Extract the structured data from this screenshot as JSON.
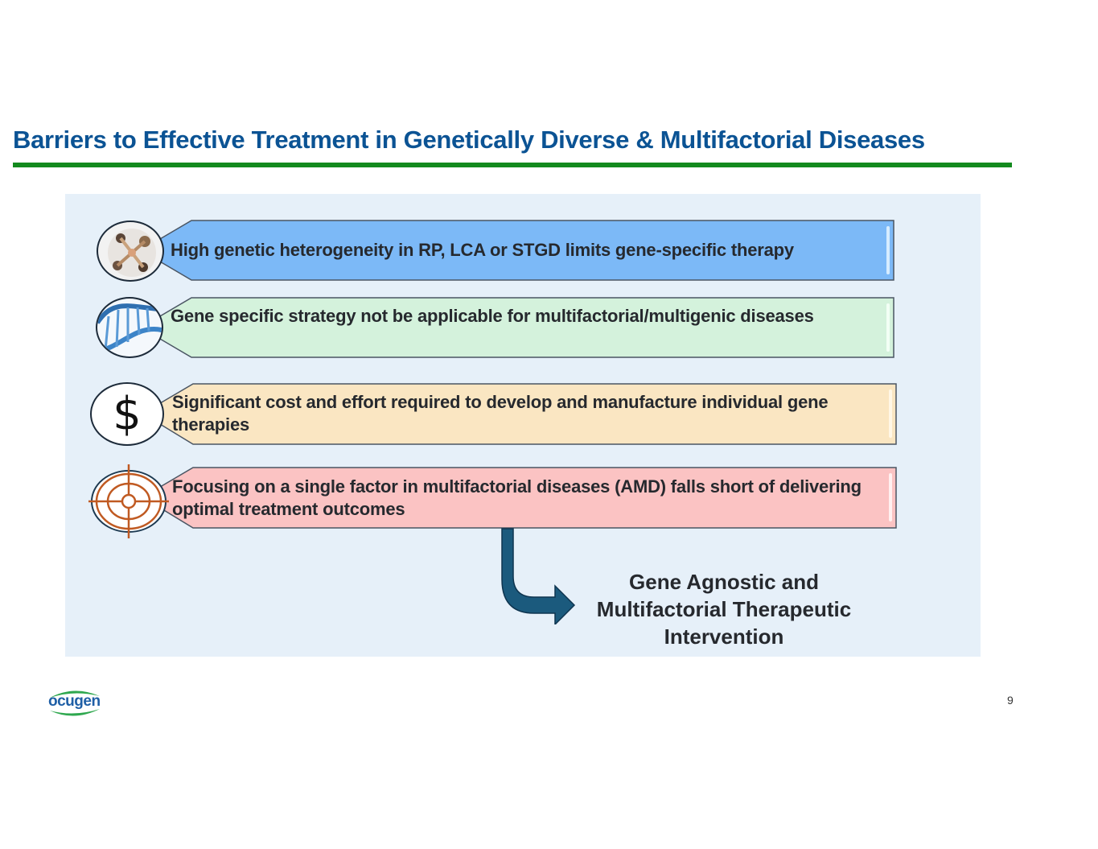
{
  "slide": {
    "title": "Barriers to Effective Treatment in Genetically Diverse & Multifactorial Diseases",
    "page_number": "9",
    "accent_colors": {
      "title": "#0b5394",
      "rule": "#138a1e",
      "panel_background": "#e6f0f9",
      "arrow": "#1b5a7d"
    }
  },
  "barriers": [
    {
      "icon": "people-hands-icon",
      "text": "High genetic heterogeneity in RP, LCA or STGD limits gene-specific therapy",
      "color": "#7cb9f7"
    },
    {
      "icon": "dna-helix-icon",
      "text": "Gene specific strategy not be applicable for multifactorial/multigenic diseases",
      "color": "#d4f2dc"
    },
    {
      "icon": "dollar-icon",
      "icon_glyph": "$",
      "text": "Significant cost and effort required to develop and manufacture individual gene therapies",
      "color": "#fae6c2"
    },
    {
      "icon": "target-icon",
      "text": "Focusing on a single factor in multifactorial diseases (AMD) falls short of delivering optimal treatment outcomes",
      "color": "#fbc3c3"
    }
  ],
  "outcome": {
    "text": "Gene Agnostic and Multifactorial Therapeutic Intervention"
  },
  "footer": {
    "logo_text": "ocugen"
  }
}
